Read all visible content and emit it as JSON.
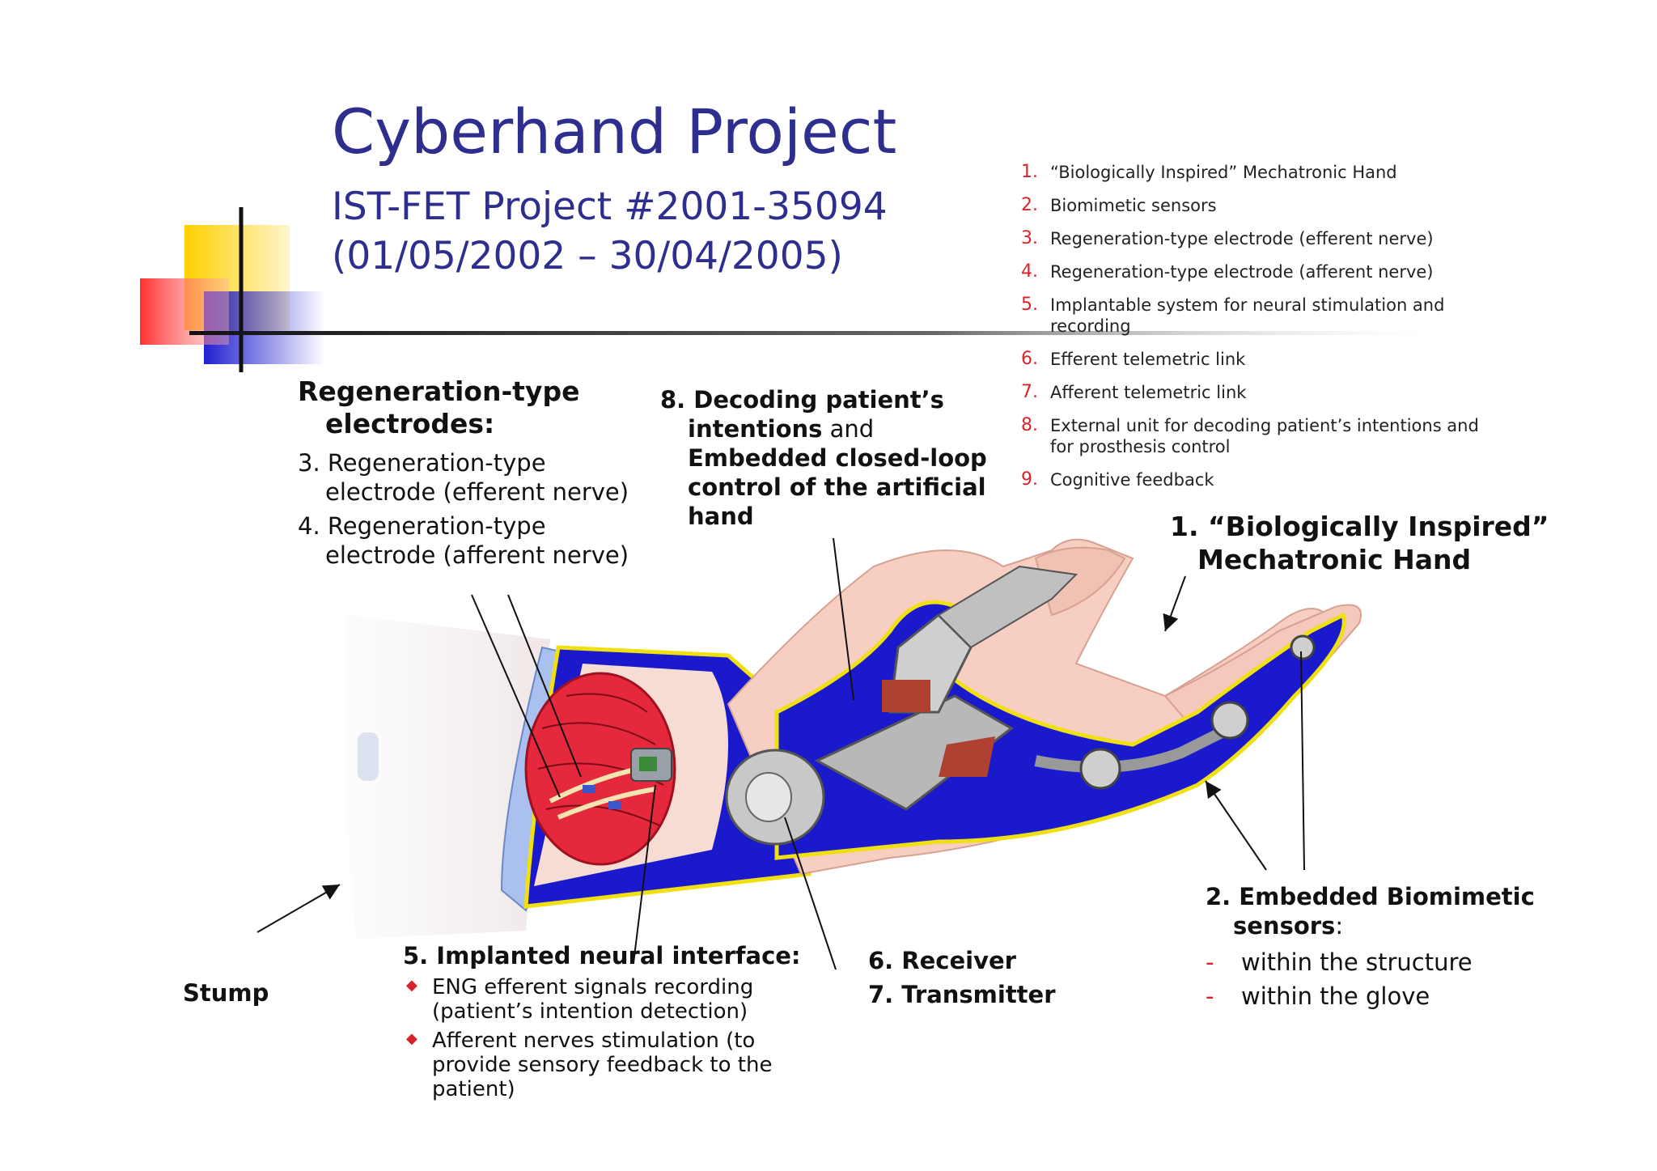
{
  "slide": {
    "title": "Cyberhand Project",
    "subtitle_line1": "IST-FET Project #2001-35094",
    "subtitle_line2": "(01/05/2002 – 30/04/2005)"
  },
  "legend": {
    "items": [
      {
        "num": "1.",
        "text": "“Biologically Inspired” Mechatronic Hand"
      },
      {
        "num": "2.",
        "text": "Biomimetic sensors"
      },
      {
        "num": "3.",
        "text": "Regeneration-type electrode (efferent nerve)"
      },
      {
        "num": "4.",
        "text": "Regeneration-type electrode (afferent nerve)"
      },
      {
        "num": "5.",
        "text": "Implantable system for neural stimulation and recording"
      },
      {
        "num": "6.",
        "text": "Efferent telemetric link"
      },
      {
        "num": "7.",
        "text": "Afferent telemetric link"
      },
      {
        "num": "8.",
        "text": "External unit for decoding patient’s intentions and for prosthesis control"
      },
      {
        "num": "9.",
        "text": "Cognitive feedback"
      }
    ]
  },
  "labels": {
    "regen_heading": "Regeneration-type electrodes:",
    "regen_item3": "3. Regeneration-type electrode (efferent nerve)",
    "regen_item4": "4. Regeneration-type electrode (afferent nerve)",
    "decoding_bold1": "8. Decoding patient’s intentions",
    "decoding_plain": " and ",
    "decoding_bold2": "Embedded closed-loop control of the artificial hand",
    "hand_label": "1. “Biologically Inspired” Mechatronic Hand",
    "implant_heading": "5. Implanted neural interface:",
    "implant_bullet1": "ENG efferent signals recording (patient’s intention detection)",
    "implant_bullet2": "Afferent nerves stimulation (to provide sensory feedback to the patient)",
    "receiver": "6. Receiver",
    "transmitter": "7. Transmitter",
    "stump": "Stump",
    "sensors_heading": "2. Embedded Biomimetic sensors",
    "sensors_colon": ":",
    "sensors_dash1": "within the structure",
    "sensors_dash2": "within the glove",
    "bullet_mark": "◆",
    "dash_mark": "-"
  },
  "colors": {
    "title": "#2e2e8f",
    "legend_number": "#d6242a",
    "frame_blue": "#1a1acc",
    "frame_yellow": "#f0e010",
    "skin": "#f6cfc2",
    "muscle": "#e5283c",
    "metal": "#b8b8b8"
  }
}
